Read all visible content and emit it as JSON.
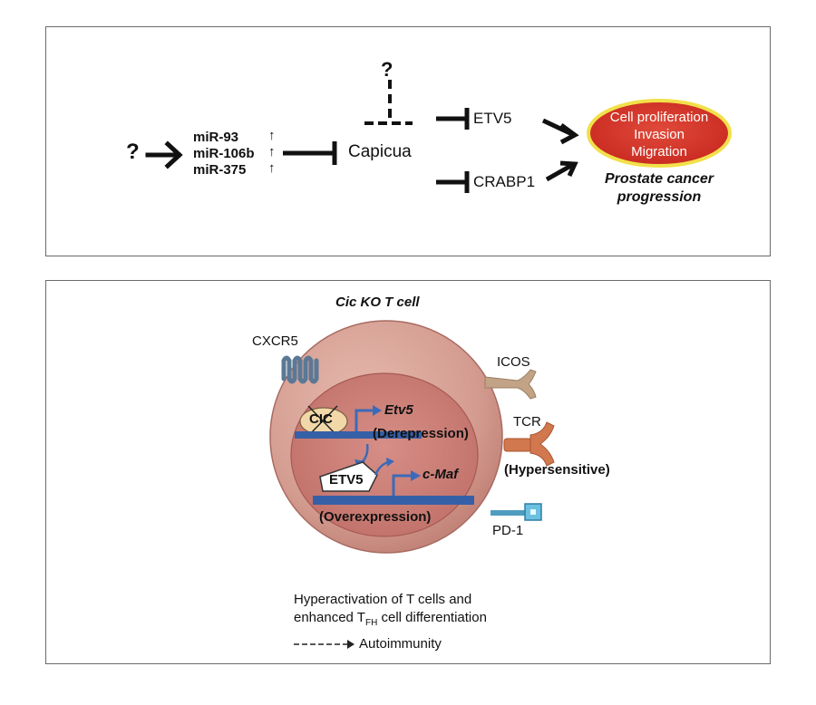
{
  "panel_a": {
    "upstream_question": "?",
    "capicua_question": "?",
    "mirnas": [
      {
        "label": "miR-93",
        "arrow": "↑"
      },
      {
        "label": "miR-106b",
        "arrow": "↑"
      },
      {
        "label": "miR-375",
        "arrow": "↑"
      }
    ],
    "capicua": "Capicua",
    "targets": [
      "ETV5",
      "CRABP1"
    ],
    "outcomes": [
      "Cell proliferation",
      "Invasion",
      "Migration"
    ],
    "caption_line1": "Prostate cancer",
    "caption_line2": "progression",
    "colors": {
      "ellipse_fill": "#d8302a",
      "ellipse_border": "#f2e04a"
    }
  },
  "panel_b": {
    "title": "Cic KO T cell",
    "receptors": {
      "cxcr5": "CXCR5",
      "icos": "ICOS",
      "tcr": "TCR",
      "pd1": "PD-1"
    },
    "tcr_note": "(Hypersensitive)",
    "cic": "CIC",
    "etv5_gene": "Etv5",
    "etv5_note": "(Derepression)",
    "etv5_protein": "ETV5",
    "cmaf_gene": "c-Maf",
    "cmaf_note": "(Overexpression)",
    "summary_line1": "Hyperactivation of T cells and",
    "summary_line2_prefix": "enhanced T",
    "summary_line2_sub": "FH",
    "summary_line2_suffix": " cell differentiation",
    "autoimmunity": "Autoimmunity",
    "colors": {
      "cell": "#d49c90",
      "nucleus": "#c67b73",
      "dna_bar": "#3560a8",
      "gene_arrow": "#3d6ab8"
    }
  }
}
